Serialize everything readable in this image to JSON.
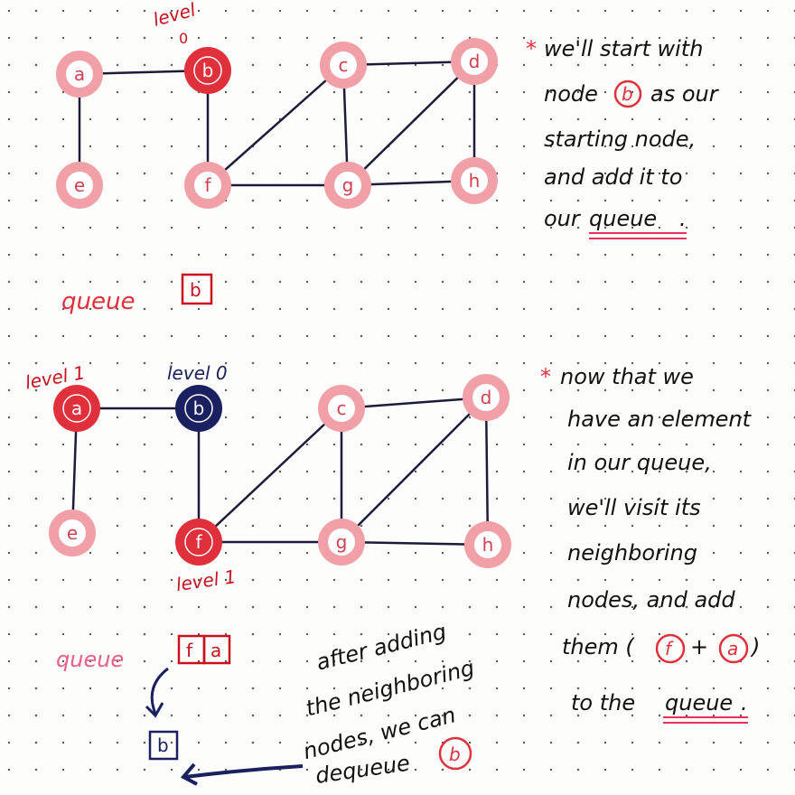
{
  "colors": {
    "pink": "#f2a0a8",
    "red": "#e0303c",
    "dark_red": "#c8101e",
    "navy": "#1a2060",
    "ink": "#1c1c3a",
    "highlight": "#e8305a"
  },
  "top": {
    "level_label": "level",
    "level_value": "0",
    "queue_label": "queue",
    "queue_items": [
      "b"
    ],
    "note_lines": [
      "we'll start with",
      "node",
      "as our",
      "starting node,",
      "and add it to",
      "our",
      "queue",
      "."
    ],
    "note_star": "*",
    "note_node": "b",
    "nodes": [
      {
        "id": "a",
        "state": "unvisited"
      },
      {
        "id": "b",
        "state": "start"
      },
      {
        "id": "c",
        "state": "unvisited"
      },
      {
        "id": "d",
        "state": "unvisited"
      },
      {
        "id": "e",
        "state": "unvisited"
      },
      {
        "id": "f",
        "state": "unvisited"
      },
      {
        "id": "g",
        "state": "unvisited"
      },
      {
        "id": "h",
        "state": "unvisited"
      }
    ],
    "edges": [
      [
        "a",
        "b"
      ],
      [
        "a",
        "e"
      ],
      [
        "b",
        "f"
      ],
      [
        "c",
        "d"
      ],
      [
        "c",
        "f"
      ],
      [
        "c",
        "g"
      ],
      [
        "d",
        "g"
      ],
      [
        "d",
        "h"
      ],
      [
        "f",
        "g"
      ],
      [
        "g",
        "h"
      ]
    ]
  },
  "bottom": {
    "level_labels": {
      "a": "level 1",
      "b": "level 0",
      "f": "level 1"
    },
    "queue_label": "queue",
    "queue_items": [
      "f",
      "a"
    ],
    "dequeued": "b",
    "side_note": [
      "after adding",
      "the neighboring",
      "nodes, we can",
      "dequeue"
    ],
    "side_note_node": "b",
    "note_star": "*",
    "note_lines": [
      "now that we",
      "have an element",
      "in our queue,",
      "we'll visit its",
      "neighboring",
      "nodes, and add",
      "them (",
      "+",
      ")",
      "to the",
      "queue",
      "."
    ],
    "note_nodes": [
      "f",
      "a"
    ],
    "nodes": [
      {
        "id": "a",
        "state": "queued"
      },
      {
        "id": "b",
        "state": "visited"
      },
      {
        "id": "c",
        "state": "unvisited"
      },
      {
        "id": "d",
        "state": "unvisited"
      },
      {
        "id": "e",
        "state": "unvisited"
      },
      {
        "id": "f",
        "state": "queued"
      },
      {
        "id": "g",
        "state": "unvisited"
      },
      {
        "id": "h",
        "state": "unvisited"
      }
    ]
  }
}
